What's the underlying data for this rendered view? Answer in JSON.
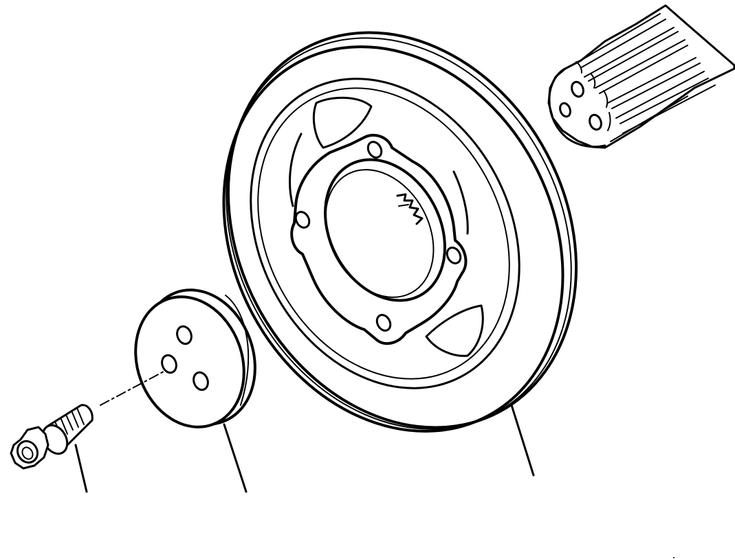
{
  "diagram": {
    "parts": [
      {
        "id": "crankshaft-spline-end",
        "icon": "splined-shaft-icon"
      },
      {
        "id": "damper-pulley",
        "icon": "pulley-icon"
      },
      {
        "id": "washer-plate",
        "icon": "washer-icon"
      },
      {
        "id": "mounting-bolt",
        "icon": "bolt-icon"
      }
    ],
    "leader_lines": 3,
    "colors": {
      "ink": "#000000",
      "paper": "#ffffff"
    }
  }
}
